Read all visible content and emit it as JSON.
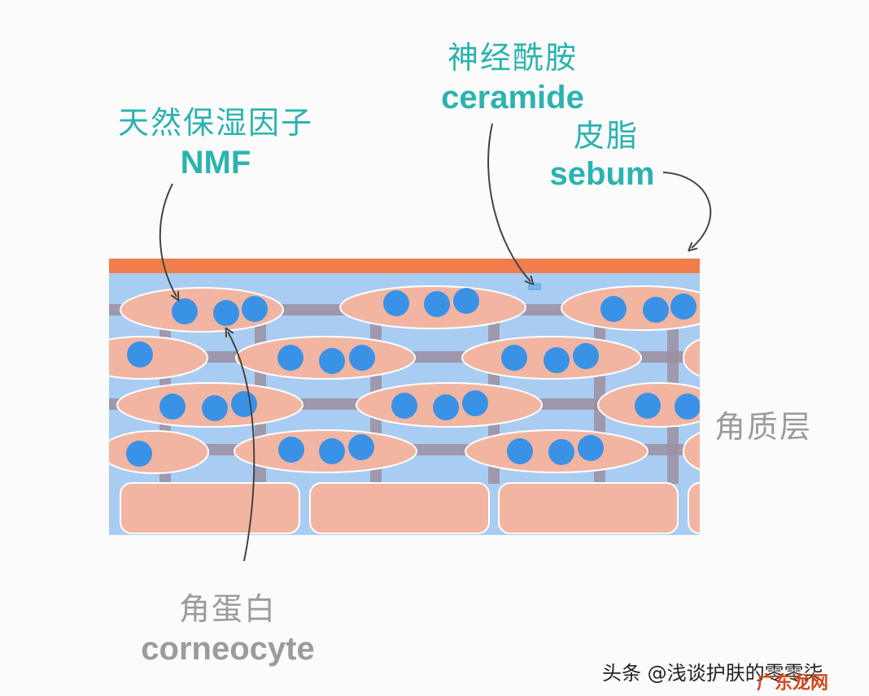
{
  "labels": {
    "nmf_zh": "天然保湿因子",
    "nmf_en": "NMF",
    "ceramide_zh": "神经酰胺",
    "ceramide_en": "ceramide",
    "sebum_zh": "皮脂",
    "sebum_en": "sebum",
    "stratum_corneum_zh": "角质层",
    "corneocyte_zh": "角蛋白",
    "corneocyte_en": "corneocyte"
  },
  "watermark": {
    "text": "头条 @浅谈护肤的零零柒",
    "overlay": "广东龙网"
  },
  "colors": {
    "sebum_layer": "#f07e4c",
    "lipid_matrix": "#a9cdf2",
    "corneocyte": "#f2b5a2",
    "nmf_dot": "#3a92e6",
    "lipid_bridge": "#9c8fa1",
    "label_teal": "#2bb3b0",
    "label_gray": "#9b9b9b",
    "arrow": "#444444"
  }
}
